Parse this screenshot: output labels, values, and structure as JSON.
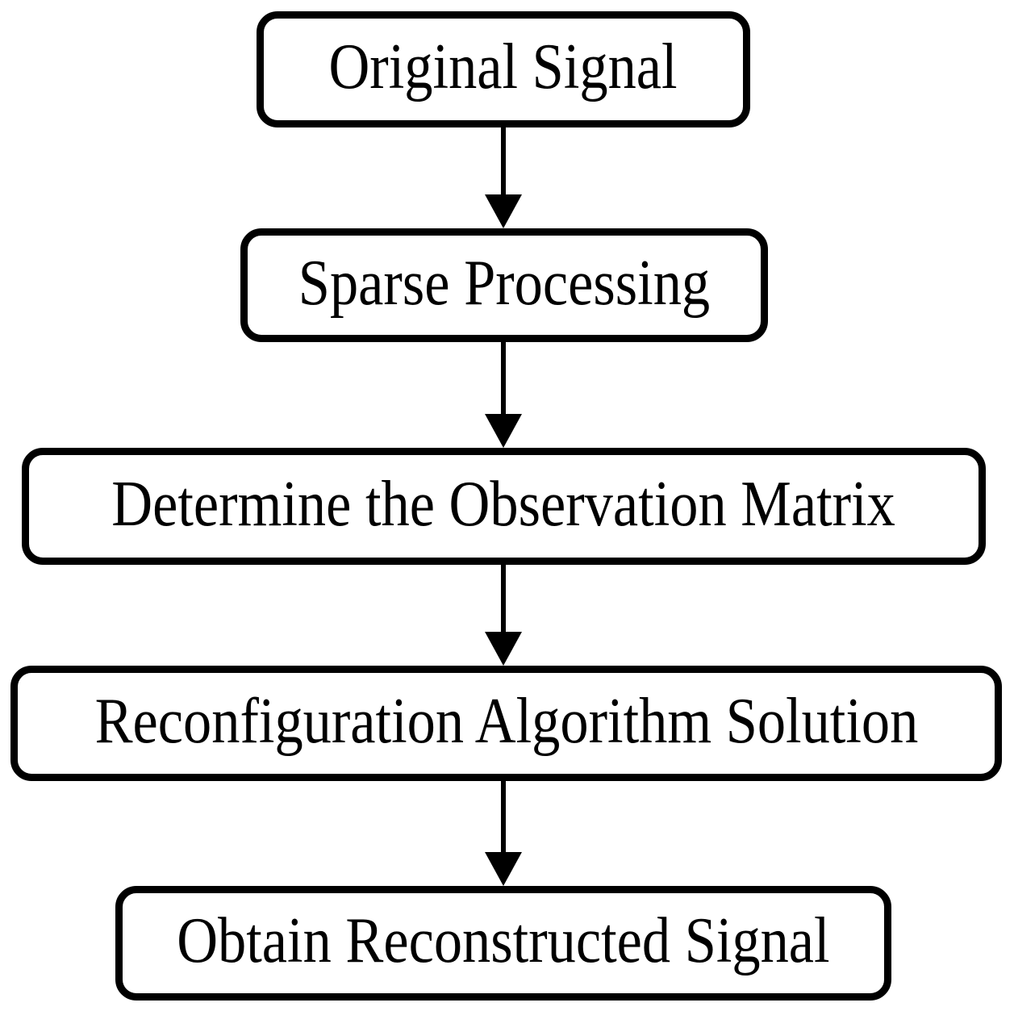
{
  "flowchart": {
    "nodes": [
      {
        "label": "Original Signal"
      },
      {
        "label": "Sparse Processing"
      },
      {
        "label": "Determine the Observation Matrix"
      },
      {
        "label": "Reconfiguration Algorithm Solution"
      },
      {
        "label": "Obtain Reconstructed Signal"
      }
    ],
    "edges": [
      {
        "from": "Original Signal",
        "to": "Sparse Processing"
      },
      {
        "from": "Sparse Processing",
        "to": "Determine the Observation Matrix"
      },
      {
        "from": "Determine the Observation Matrix",
        "to": "Reconfiguration Algorithm Solution"
      },
      {
        "from": "Reconfiguration Algorithm Solution",
        "to": "Obtain Reconstructed Signal"
      }
    ],
    "colors": {
      "node_border": "#000000",
      "node_fill": "#ffffff",
      "text": "#000000",
      "arrow": "#000000",
      "background": "#ffffff"
    }
  }
}
